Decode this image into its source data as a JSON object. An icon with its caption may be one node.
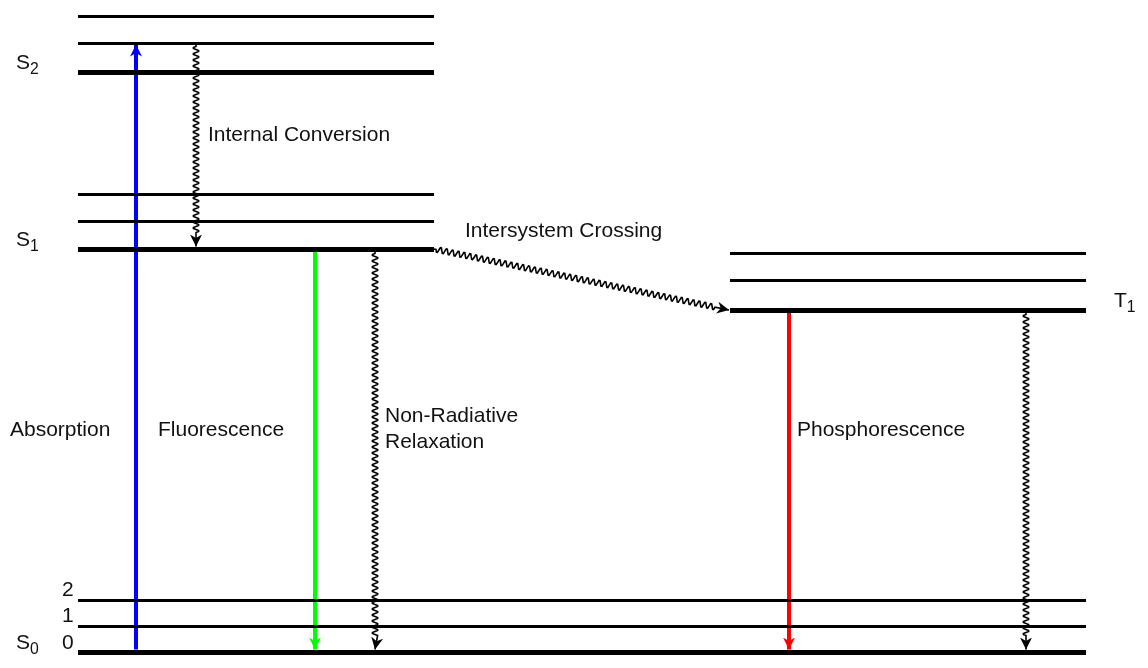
{
  "diagram": {
    "nodes": [
      {
        "text": [],
        "shape": "bar"
      },
      {
        "text": [],
        "shape": "bar"
      },
      {
        "text": [],
        "shape": "bar",
        "beside": [
          "S$_{2}$"
        ]
      },
      {
        "text": [],
        "shape": "bar"
      },
      {
        "text": [],
        "shape": "bar"
      },
      {
        "text": [],
        "shape": "bar",
        "beside": [
          "S$_{1}$"
        ]
      },
      {
        "text": [],
        "shape": "bar"
      },
      {
        "text": [],
        "shape": "bar"
      },
      {
        "text": [],
        "shape": "bar",
        "beside": [
          "T$_{1}$"
        ]
      },
      {
        "text": [],
        "shape": "bar",
        "beside": [
          "2"
        ]
      },
      {
        "text": [],
        "shape": "bar",
        "beside": [
          "1"
        ]
      },
      {
        "text": [],
        "shape": "bar",
        "beside": [
          "S$_{0}$",
          "0"
        ]
      }
    ],
    "edges": [
      {
        "from": 11,
        "to": 1,
        "arrow": "to",
        "label": "Absorption",
        "style": "thick",
        "color": "#0000ff"
      },
      {
        "from": 1,
        "to": 5,
        "arrow": "to",
        "label": "Internal Conversion"
      },
      {
        "from": 5,
        "to": 11,
        "arrow": "to",
        "label": "Fluorescence",
        "style": "thick",
        "color": "#00ff00"
      },
      {
        "from": 5,
        "to": 11,
        "arrow": "to",
        "label": "Non-Radiative Relaxation"
      },
      {
        "from": 5,
        "to": 8,
        "arrow": "to",
        "label": "Intersystem Crossing"
      },
      {
        "from": 8,
        "to": 11,
        "arrow": "to",
        "label": "Phosphorescence",
        "style": "thick",
        "color": "#ff0000"
      },
      {
        "from": 8,
        "to": 11,
        "arrow": "to"
      }
    ]
  }
}
